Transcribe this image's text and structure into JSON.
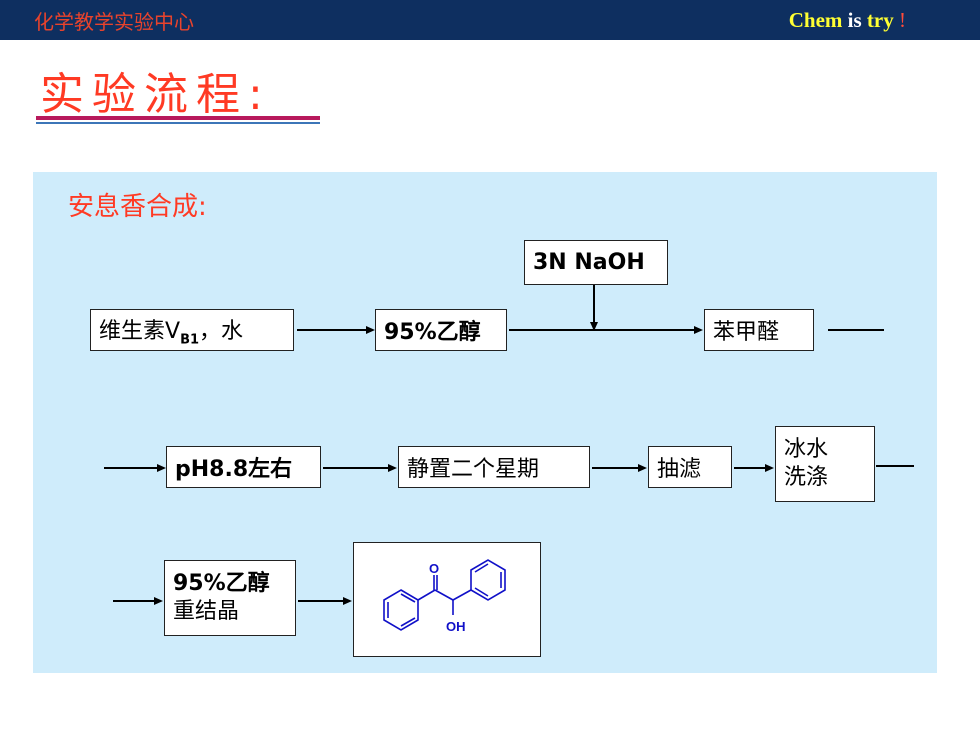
{
  "header": {
    "center_name": "化学教学实验中心",
    "slogan_chem": "Chem",
    "slogan_is": "is",
    "slogan_try": "try",
    "slogan_bang": "!"
  },
  "title": "实验流程:",
  "panel": {
    "heading": "安息香合成:"
  },
  "flow": {
    "naoh": "3N NaOH",
    "vb1_main": "维生素V",
    "vb1_sub": "B1",
    "vb1_rest": "，水",
    "ethanol95": "95%乙醇",
    "benzaldehyde": "苯甲醛",
    "ph": "pH8.8左右",
    "standing": "静置二个星期",
    "filter": "抽滤",
    "icewater_1": "冰水",
    "icewater_2": "洗涤",
    "recryst_1": "95%乙醇",
    "recryst_2": "重结晶"
  },
  "product": {
    "carbonyl_label": "O",
    "hydroxyl_label": "OH",
    "structure_color": "#1010c8"
  },
  "colors": {
    "header_bg": "#0e2f60",
    "accent_red": "#ff3a24",
    "panel_bg": "#cfecfb"
  }
}
